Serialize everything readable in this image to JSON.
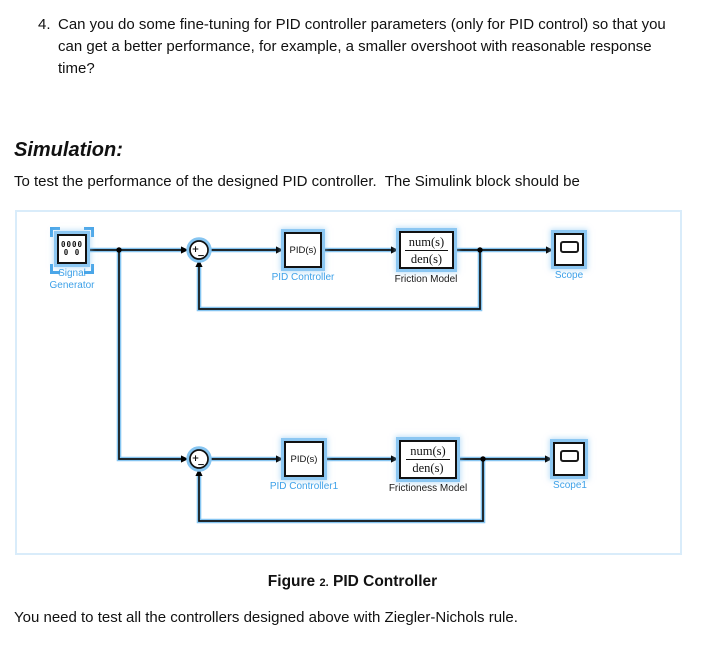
{
  "question": {
    "number": "4.",
    "text": "Can you do some fine-tuning for PID controller parameters (only for PID control) so that you can get a better performance, for example, a smaller overshoot with reasonable response time?"
  },
  "section": {
    "heading": "Simulation:",
    "intro": "To test the performance of the designed PID controller.  The Simulink block should be"
  },
  "diagram": {
    "signal_generator": {
      "icon_row1": "0000",
      "icon_row2": "0 0",
      "label": "Signal Generator"
    },
    "pid_controller": {
      "body": "PID(s)",
      "label": "PID Controller"
    },
    "friction_model": {
      "numerator": "num(s)",
      "denominator": "den(s)",
      "label": "Friction Model"
    },
    "scope": {
      "label": "Scope"
    },
    "pid_controller1": {
      "body": "PID(s)",
      "label": "PID Controller1"
    },
    "frictioness_model": {
      "numerator": "num(s)",
      "denominator": "den(s)",
      "label": "Frictioness Model"
    },
    "scope1": {
      "label": "Scope1"
    },
    "sum": {
      "plus": "+",
      "minus": "−"
    },
    "colors": {
      "selection_blue": "#3ea1e8",
      "wire_glow": "#86c5f1",
      "canvas_border": "#d9ecfa",
      "wire": "#111111"
    }
  },
  "caption": {
    "label": "Figure",
    "number": "2.",
    "title": "PID Controller"
  },
  "footer": {
    "text": "You need to test all the controllers designed above with Ziegler-Nichols rule."
  }
}
